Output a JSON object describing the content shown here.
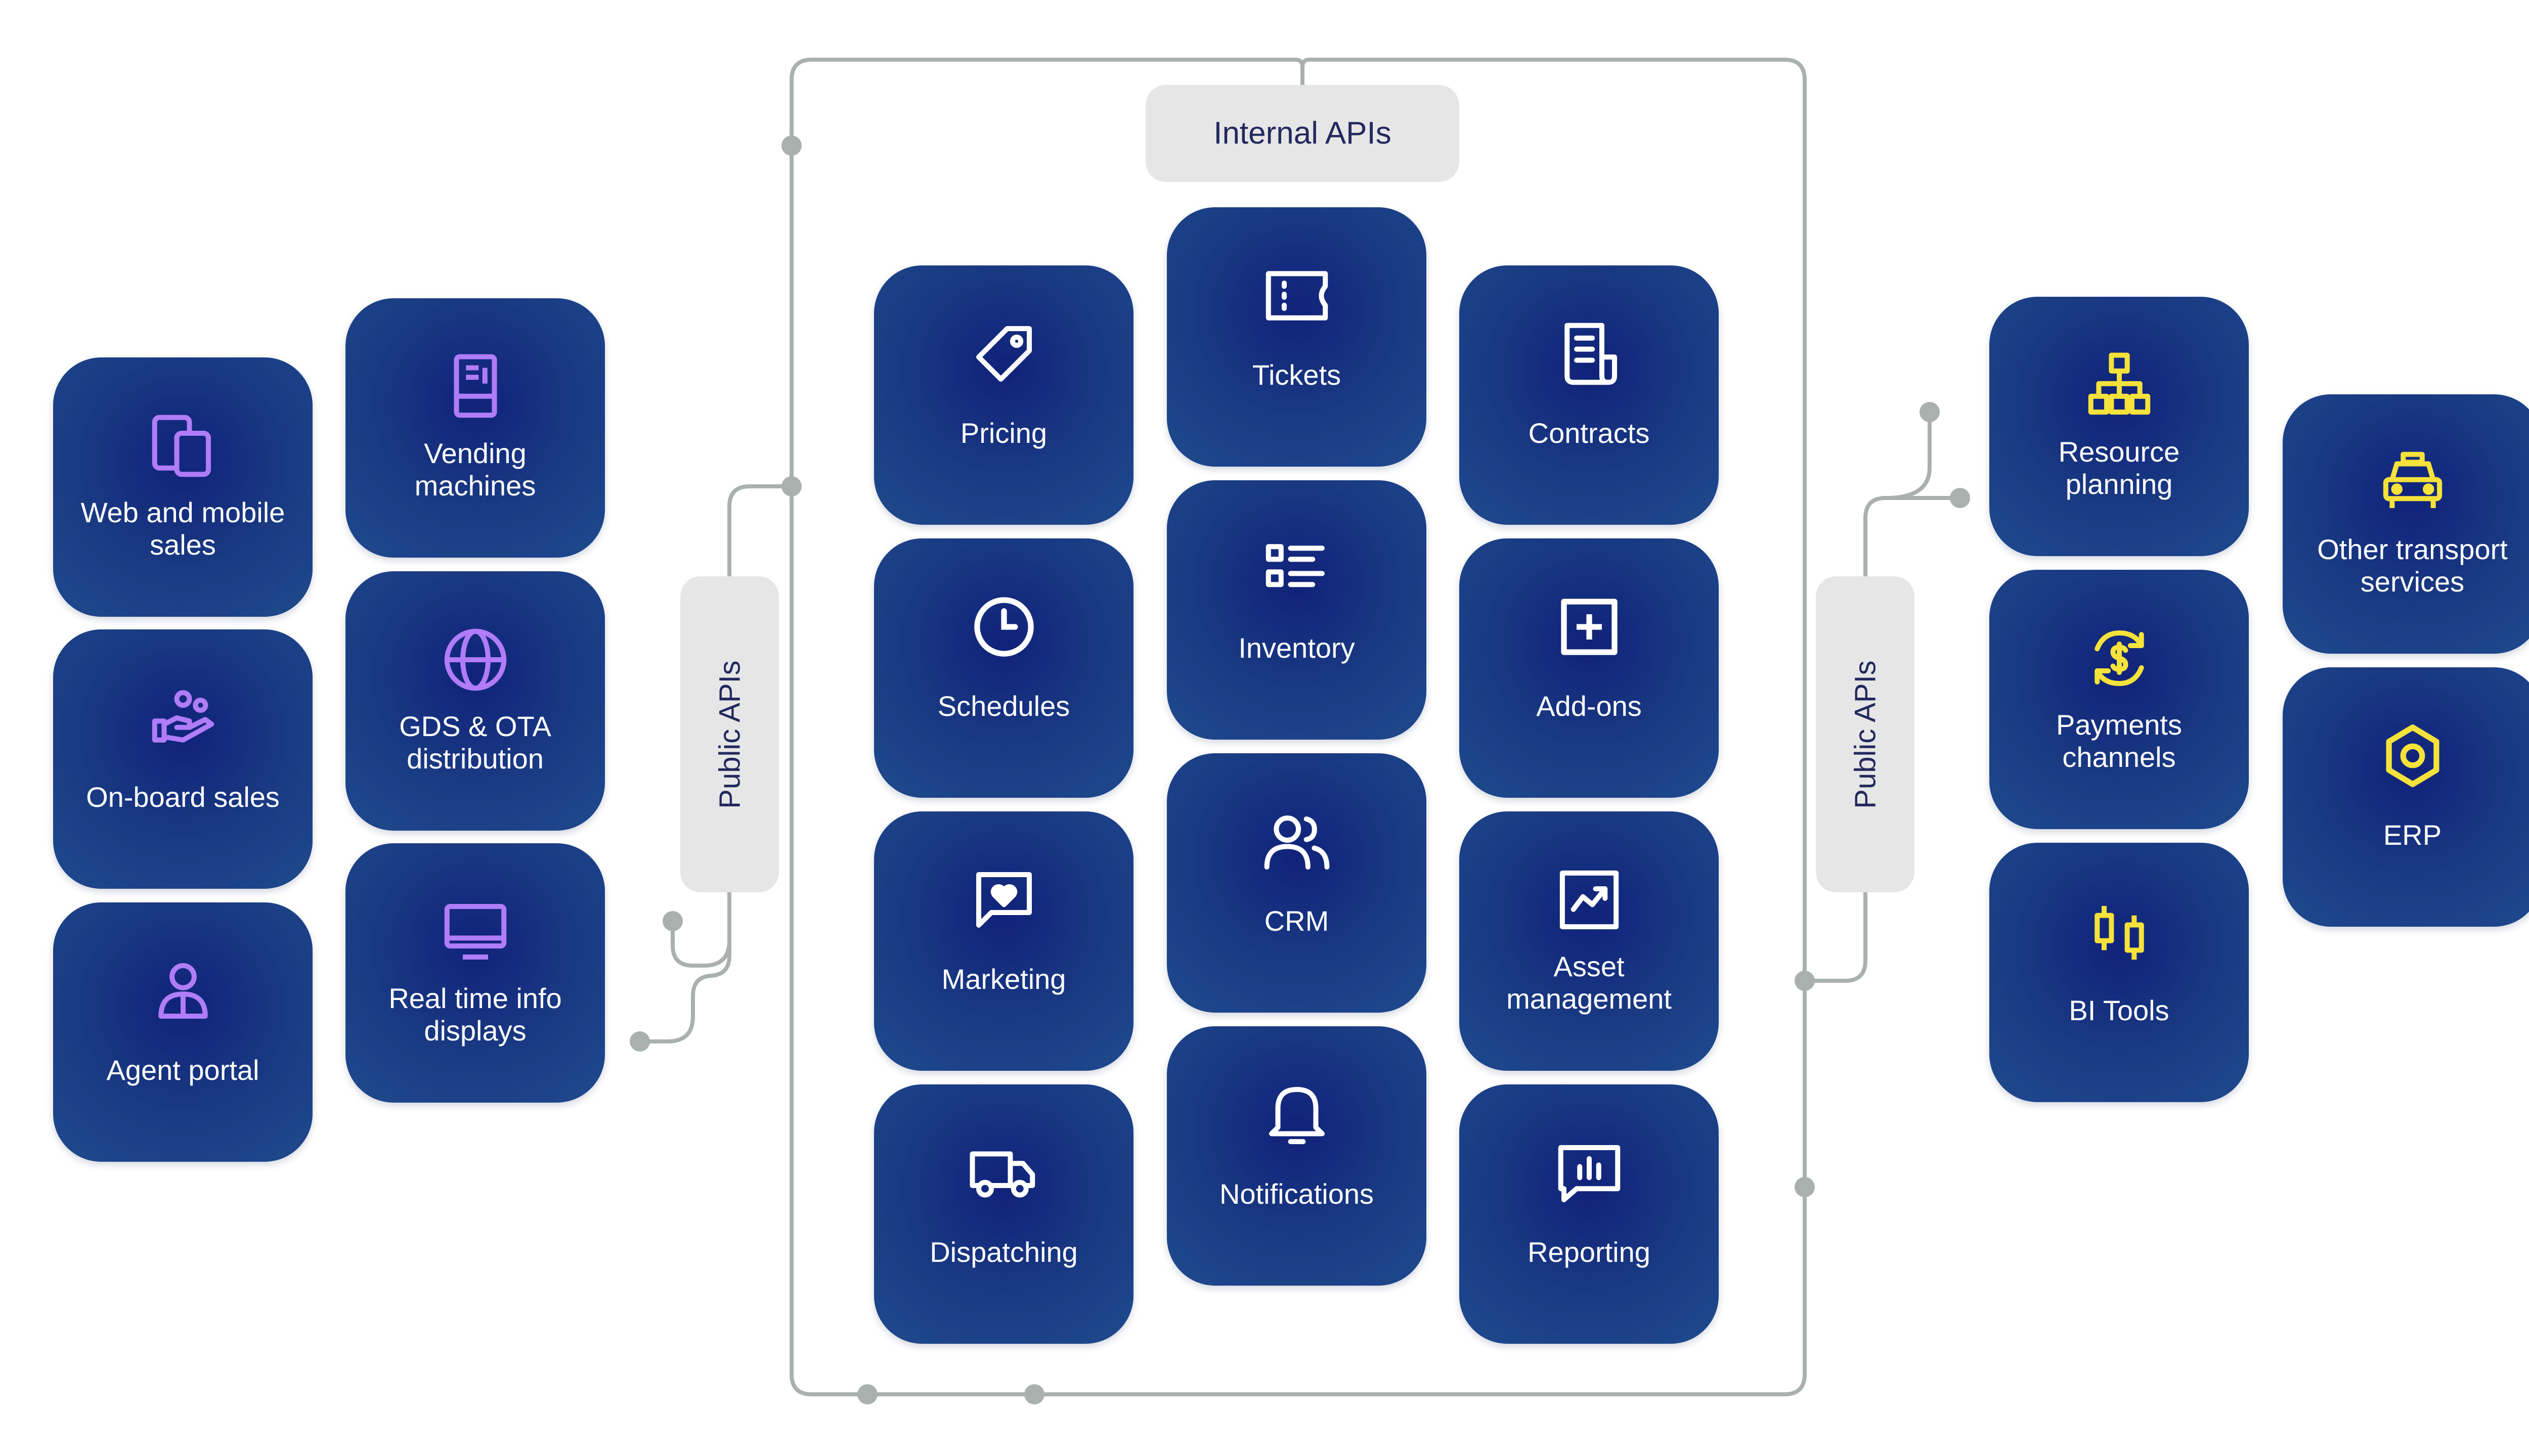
{
  "diagram": {
    "internal_apis_label": "Internal APIs",
    "public_apis_left_label": "Public APIs",
    "public_apis_right_label": "Public APIs"
  },
  "channels": [
    {
      "label": "Web and mobile\nsales",
      "icon": "devices-icon"
    },
    {
      "label": "On-board sales",
      "icon": "hand-coins-icon"
    },
    {
      "label": "Agent portal",
      "icon": "person-icon"
    },
    {
      "label": "Vending\nmachines",
      "icon": "vending-machine-icon"
    },
    {
      "label": "GDS & OTA\ndistribution",
      "icon": "globe-icon"
    },
    {
      "label": "Real time info\ndisplays",
      "icon": "monitor-icon"
    }
  ],
  "core": [
    {
      "label": "Pricing",
      "icon": "tag-icon"
    },
    {
      "label": "Schedules",
      "icon": "clock-icon"
    },
    {
      "label": "Marketing",
      "icon": "heart-message-icon"
    },
    {
      "label": "Dispatching",
      "icon": "truck-icon"
    },
    {
      "label": "Tickets",
      "icon": "ticket-icon"
    },
    {
      "label": "Inventory",
      "icon": "list-icon"
    },
    {
      "label": "CRM",
      "icon": "users-icon"
    },
    {
      "label": "Notifications",
      "icon": "bell-icon"
    },
    {
      "label": "Contracts",
      "icon": "document-icon"
    },
    {
      "label": "Add-ons",
      "icon": "plus-square-icon"
    },
    {
      "label": "Asset\nmanagement",
      "icon": "chart-trend-icon"
    },
    {
      "label": "Reporting",
      "icon": "bar-chart-message-icon"
    }
  ],
  "integrations": [
    {
      "label": "Resource\nplanning",
      "icon": "org-chart-icon"
    },
    {
      "label": "Payments\nchannels",
      "icon": "dollar-cycle-icon"
    },
    {
      "label": "BI Tools",
      "icon": "candlestick-icon"
    },
    {
      "label": "Other transport\nservices",
      "icon": "taxi-icon"
    },
    {
      "label": "ERP",
      "icon": "hexagon-icon"
    }
  ],
  "colors": {
    "tile_dark": "#10227a",
    "tile_edge": "#1e4a8e",
    "channel_icon": "#b07cf7",
    "core_icon": "#ffffff",
    "integration_icon": "#f5e23a",
    "connector": "#a9b0ae",
    "pill_bg": "#e6e6e6",
    "pill_text": "#22285e"
  }
}
